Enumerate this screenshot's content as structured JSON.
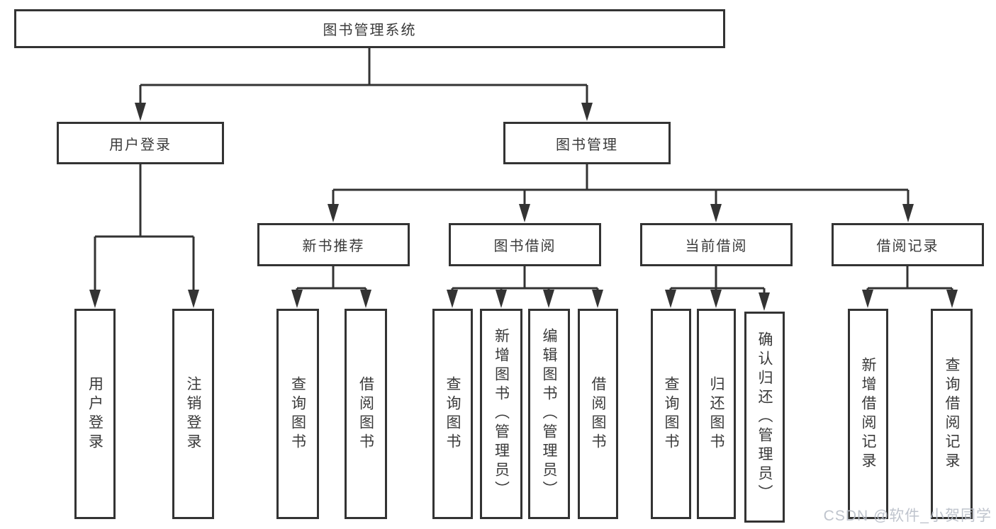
{
  "title": {
    "label": "图书管理系统"
  },
  "level2": [
    {
      "label": "用户登录"
    },
    {
      "label": "图书管理"
    }
  ],
  "level3": [
    {
      "label": "新书推荐"
    },
    {
      "label": "图书借阅"
    },
    {
      "label": "当前借阅"
    },
    {
      "label": "借阅记录"
    }
  ],
  "groups": {
    "user_login": {
      "children": [
        "用户登录",
        "注销登录"
      ]
    },
    "new_books": {
      "children": [
        "查询图书",
        "借阅图书"
      ]
    },
    "book_borrowing": {
      "children": [
        "查询图书",
        "新增图书（管理员）",
        "编辑图书（管理员）",
        "借阅图书"
      ]
    },
    "current_borrowing": {
      "children": [
        "查询图书",
        "归还图书",
        "确认归还（管理员）"
      ]
    },
    "borrowing_records": {
      "children": [
        "新增借阅记录",
        "查询借阅记录"
      ]
    }
  },
  "watermark": {
    "text": "CSDN @软件_小贺同学"
  },
  "colors": {
    "line": "#333333",
    "box_background": "#ffffff",
    "text": "#3a3a3a",
    "watermark": "#b9bec8"
  }
}
